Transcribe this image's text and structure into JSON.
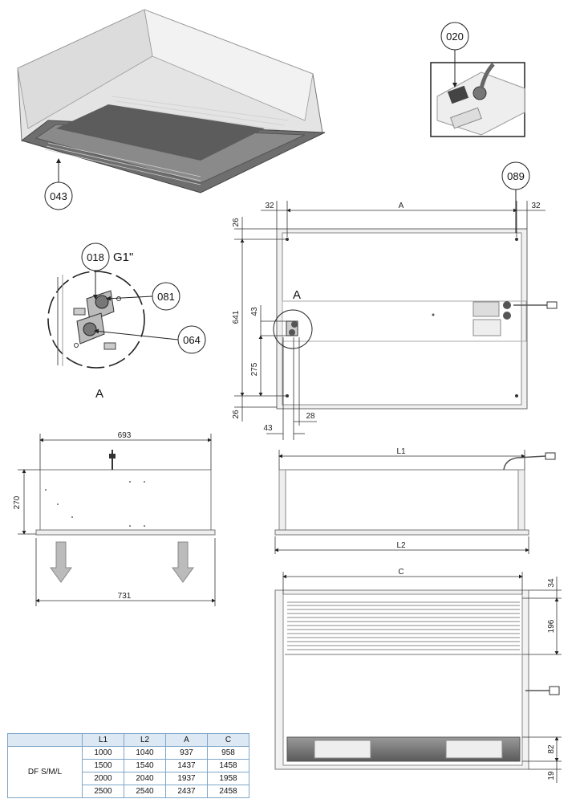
{
  "callouts": {
    "c043": "043",
    "c020": "020",
    "c089": "089",
    "c018": "018",
    "c081": "081",
    "c064": "064"
  },
  "thread_label": "G1\"",
  "detail_label": "A",
  "dims": {
    "top_left": "32",
    "top_mid": "A",
    "top_right": "32",
    "d26a": "26",
    "d641": "641",
    "d43v": "43",
    "d275": "275",
    "d26b": "26",
    "d43h": "43",
    "d28": "28",
    "d693": "693",
    "d270": "270",
    "d731": "731",
    "L1": "L1",
    "L2": "L2",
    "C": "C",
    "d34": "34",
    "d196": "196",
    "d82": "82",
    "d19": "19"
  },
  "table": {
    "headers": [
      "",
      "L1",
      "L2",
      "A",
      "C"
    ],
    "model": "DF S/M/L",
    "rows": [
      [
        "1000",
        "1040",
        "937",
        "958"
      ],
      [
        "1500",
        "1540",
        "1437",
        "1458"
      ],
      [
        "2000",
        "2040",
        "1937",
        "1958"
      ],
      [
        "2500",
        "2540",
        "2437",
        "2458"
      ]
    ]
  }
}
